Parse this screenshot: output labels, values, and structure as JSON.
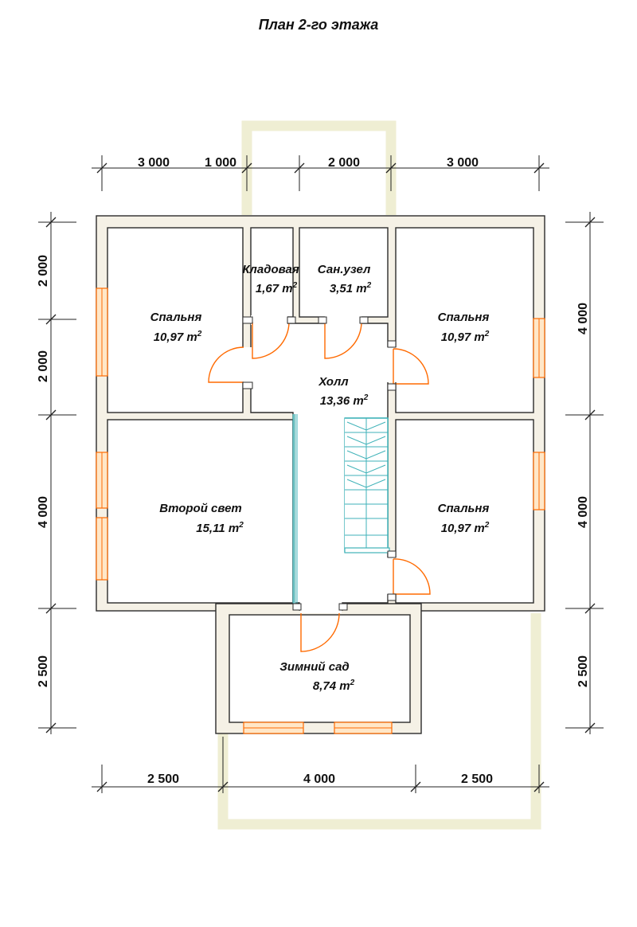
{
  "title": "План 2-го этажа",
  "dimensions": {
    "top": [
      "3 000",
      "1 000",
      "2 000",
      "3 000"
    ],
    "bottom": [
      "2 500",
      "4 000",
      "2 500"
    ],
    "left": [
      "2 000",
      "2 000",
      "4 000",
      "2 500"
    ],
    "right": [
      "4 000",
      "4 000",
      "2 500"
    ]
  },
  "rooms": {
    "bedroom_nw": {
      "name": "Спальня",
      "area": "10,97 m",
      "unit_sup": "2"
    },
    "storage": {
      "name": "Кладовая",
      "area": "1,67 m",
      "unit_sup": "2"
    },
    "bathroom": {
      "name": "Сан.узел",
      "area": "3,51 m",
      "unit_sup": "2"
    },
    "bedroom_ne": {
      "name": "Спальня",
      "area": "10,97 m",
      "unit_sup": "2"
    },
    "hall": {
      "name": "Холл",
      "area": "13,36 m",
      "unit_sup": "2"
    },
    "second_light": {
      "name": "Второй свет",
      "area": "15,11 m",
      "unit_sup": "2"
    },
    "bedroom_e": {
      "name": "Спальня",
      "area": "10,97 m",
      "unit_sup": "2"
    },
    "winter_garden": {
      "name": "Зимний сад",
      "area": "8,74 m",
      "unit_sup": "2"
    }
  },
  "colors": {
    "wall": "#f5f1e6",
    "balcony": "#efeed3",
    "door": "#ff6a00",
    "stair": "#3fb2b8"
  }
}
